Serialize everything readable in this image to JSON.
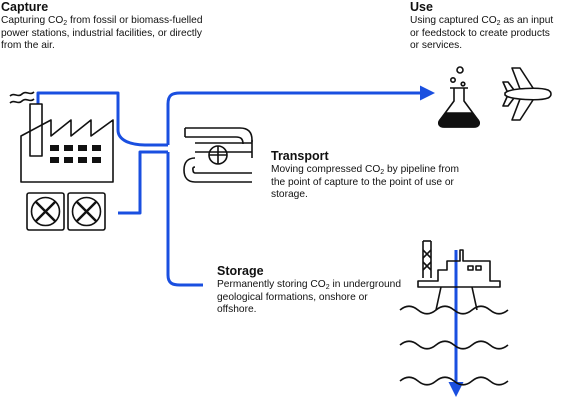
{
  "capture": {
    "title": "Capture",
    "desc_pre": "Capturing CO",
    "desc_sub": "2",
    "desc_post": " from fossil or biomass-fuelled power stations, industrial facilities, or directly from the air."
  },
  "use": {
    "title": "Use",
    "desc_pre": "Using captured CO",
    "desc_sub": "2",
    "desc_post": " as an input or feedstock to create products or services."
  },
  "transport": {
    "title": "Transport",
    "desc_pre": "Moving compressed CO",
    "desc_sub": "2",
    "desc_post": " by pipeline from the point of capture to the point of use or storage."
  },
  "storage": {
    "title": "Storage",
    "desc_pre": "Permanently storing CO",
    "desc_sub": "2",
    "desc_post": " in underground geological formations, onshore or offshore."
  },
  "colors": {
    "flow": "#1a4fe0",
    "ink": "#111111"
  },
  "icons": [
    "factory-icon",
    "fan-unit-icon",
    "pipeline-icon",
    "flask-icon",
    "airplane-icon",
    "offshore-platform-icon",
    "waves-icon"
  ]
}
